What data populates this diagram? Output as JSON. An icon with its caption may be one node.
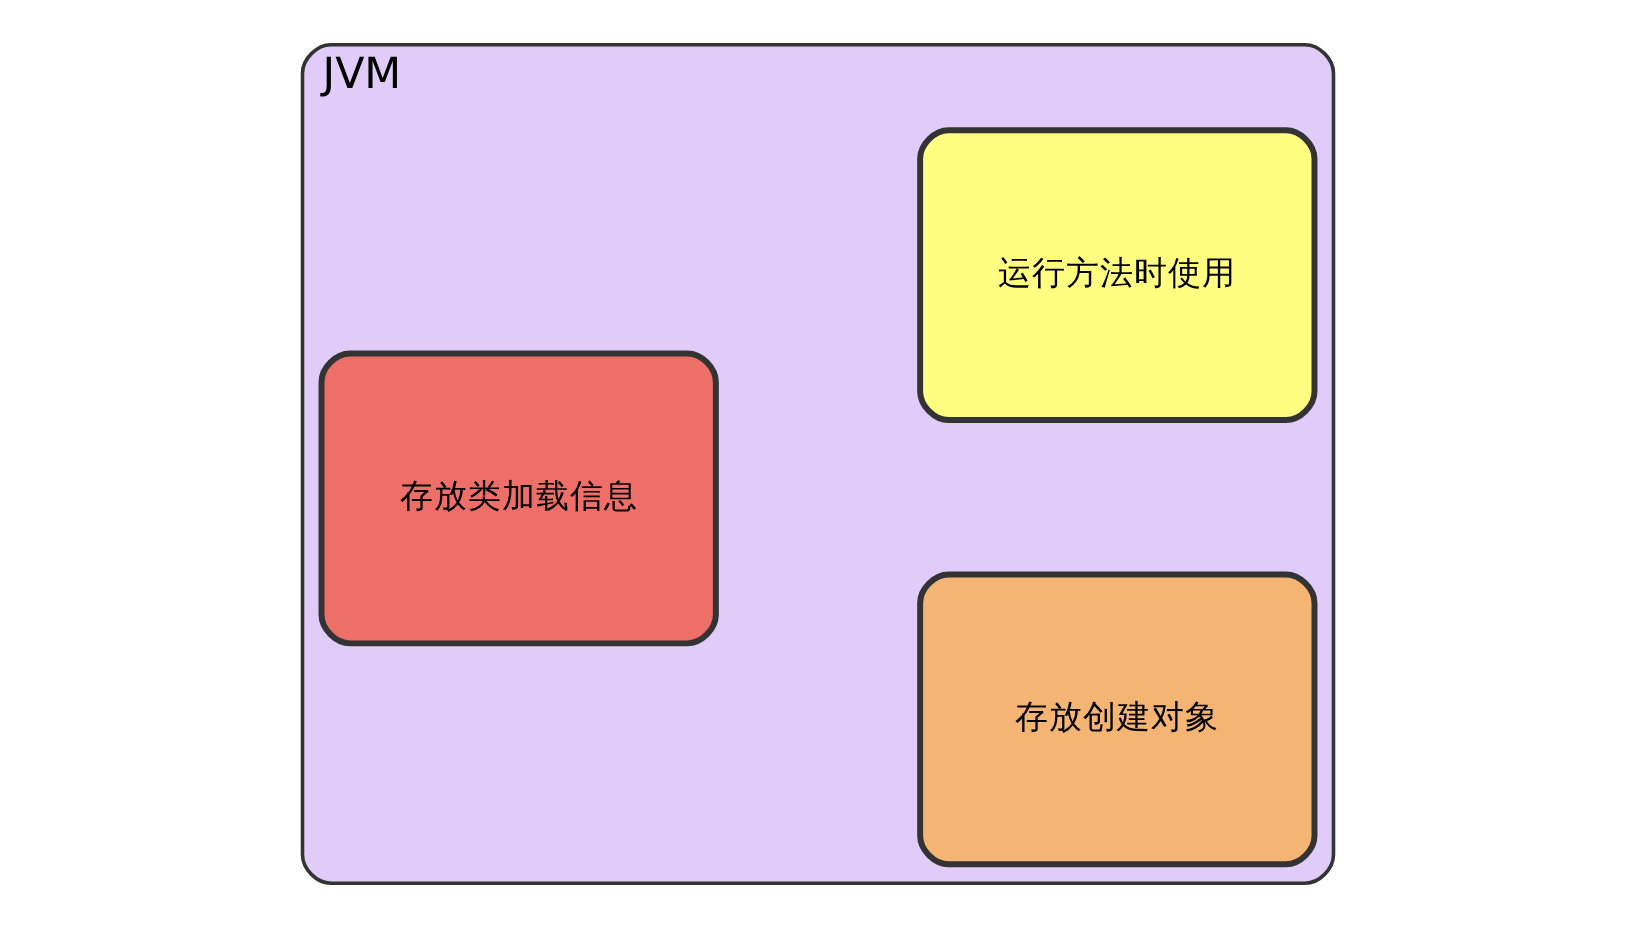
{
  "diagram": {
    "nodes": [
      {
        "text": [
          "JVM"
        ]
      },
      {
        "text": [
          "存放类加载信息"
        ],
        "in": 0
      },
      {
        "text": [
          "存放创建对象"
        ],
        "in": 0
      },
      {
        "text": [
          "运行方法时使用"
        ],
        "in": 0
      }
    ]
  }
}
